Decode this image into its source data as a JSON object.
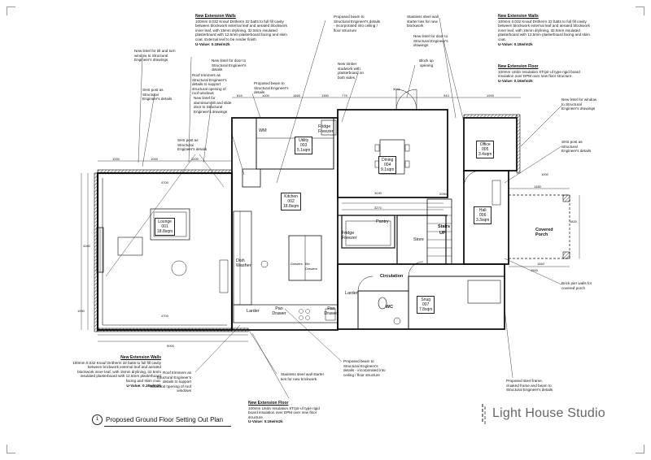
{
  "drawing": {
    "title_number": "1",
    "title": "Proposed Ground Floor Setting Out Plan",
    "studio": "Light House Studio"
  },
  "rooms": [
    {
      "id": "lounge",
      "name": "Lounge",
      "num": "001",
      "area": "18.8sqm"
    },
    {
      "id": "kitchen",
      "name": "Kitchen",
      "num": "002",
      "area": "18.8sqm"
    },
    {
      "id": "utility",
      "name": "Utility",
      "num": "003",
      "area": "5.1sqm"
    },
    {
      "id": "dining",
      "name": "Dining",
      "num": "004",
      "area": "9.1sqm"
    },
    {
      "id": "office",
      "name": "Office",
      "num": "005",
      "area": "3.4sqm"
    },
    {
      "id": "hall",
      "name": "Hall",
      "num": "006",
      "area": "3.3sqm"
    },
    {
      "id": "snug",
      "name": "Snug",
      "num": "007",
      "area": "7.8sqm"
    }
  ],
  "labels": {
    "fridge_freezer": "Fridge Freezer",
    "wm": "WM",
    "fridge_freezer_2": "Fridge Freezer",
    "pantry": "Pantry",
    "store": "Store",
    "stairs": "Stairs",
    "up": "UP",
    "circulation": "Circulation",
    "larder": "Larder",
    "larder_2": "Larder",
    "wc": "WC",
    "pan_drawer": "Pan Drawer",
    "pan_drawer_2": "Pan Drawer",
    "dish_washer": "Dish Washer",
    "drawers": "Drawers",
    "bin_drawers": "Bin Drawers",
    "covered_porch": "Covered Porch"
  },
  "notes": {
    "ext_walls_top": {
      "heading": "New Extension Walls",
      "body": "100mm 0.032 Knauf Dritherm 32 batts to full fill cavity between blockwork external leaf and aerated blockwork inner leaf, with 15mm drylining, 32.5mm insulated plasterboard with 12.5mm plasterboard facing and skim coat.  External leaf to be render finish",
      "uvalue": "U-Value: 0.18w/m2k"
    },
    "ext_walls_right": {
      "heading": "New Extension Walls",
      "body": "100mm 0.032 Knauf Dritherm 32 batts to full fill cavity between blockwork external leaf and aerated blockwork inner leaf, with 15mm drylining, 32.5mm insulated plasterboard with 12.5mm plasterboard facing and skim coat.",
      "uvalue": "U-Value: 0.18w/m2k"
    },
    "ext_floor_right": {
      "heading": "New Extension Floor",
      "body": "100mm Unilin Insulation XT/pir-uf type rigid board insulation over DPM over new floor structure.",
      "uvalue": "U-Value: 0.16w/m2k"
    },
    "ext_walls_bottom": {
      "heading": "New Extension Walls",
      "body": "100mm 0.032 Knauf Dritherm 32 batts to full fill cavity between brickwork external leaf and aerated blockwork inner leaf, with 15mm drylining, 32.5mm insulated plasterboard with 12.5mm plasterboard facing and skim coat.",
      "uvalue": "U-Value: 0.18w/m2k"
    },
    "ext_floor_bottom": {
      "heading": "New Extension Floor",
      "body": "100mm Unilin Insulation XT/pir-uf type rigid board insulation over DPM over new floor structure.",
      "uvalue": "U-Value: 0.16w/m2k"
    },
    "lintel_tilt": "New lintel for tilt and turn window to Structural Engineer's drawings",
    "shs_post_left": "SHS post as Structural Engineer's details",
    "roof_trimmers_top": "Roof trimmers as Structural Engineer's details to support structural opening of roof windows",
    "lintel_door": "New lintel for door to Structural Engineer's details",
    "lintel_alum": "New lintel for aluminium tilt and slide door to Structural Engineer's drawings",
    "beam_top": "Proposed beam to Structural Engineer's details",
    "shs_post_mid": "SHS post as Structural Engineer's details",
    "beam_incorp_top": "Proposed beam to Structural Engineer's details - incorporated into ceiling / floor structure",
    "timber_stud": "New timber studwork with plasterboard on both sides",
    "steel_starter_top": "Stainless steel wall starter ties for new blockwork",
    "lintel_door_right": "New lintel for door to Structural Engineer's drawings",
    "block_up": "Block up opening",
    "lintel_window_right": "New lintel for window to Structural Engineer's drawings",
    "shs_post_right": "SHS post as Structural Engineer's details",
    "brick_pier": "Brick pier walls for covered porch",
    "roof_trimmers_bottom": "Roof trimmers as Structural Engineer's details to support structural opening of roof windows",
    "steel_starter_bottom": "Stainless steel wall starter ties for new brickwork",
    "beam_incorp_bottom": "Proposed beam to Structural Engineer's details - incorporated into ceiling / floor structure",
    "steel_frame": "Proposed steel frame, cloaked frame and beam to Structural Engineer's details"
  },
  "dims": {
    "d815": "815",
    "d1000a": "1000",
    "d1000b": "1000",
    "d1000c": "1000",
    "d1665": "1665",
    "d1350": "1350",
    "d3041": "3041",
    "d943": "943",
    "d1993": "1993",
    "d775": "775",
    "d1000d": "1000",
    "d1000e": "1000",
    "d4700a": "4700",
    "d4700b": "4700",
    "d5000": "5000",
    "d1480": "1480",
    "d3030": "3030",
    "d3270": "3270",
    "d2050": "2050",
    "d1500": "1500",
    "d1820": "1820",
    "d1660": "1660",
    "d4260": "4260",
    "d1990": "1990"
  }
}
